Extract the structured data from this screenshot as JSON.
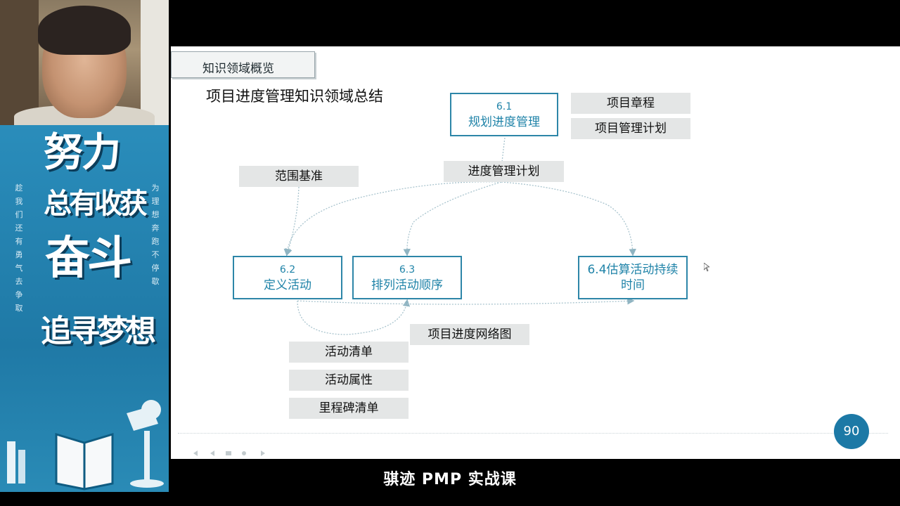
{
  "poster": {
    "line1": "努力",
    "line2": "总有收获",
    "line3": "奋斗",
    "line4": "追寻梦想",
    "vert_left": "趁我们还有勇气去争取",
    "vert_right": "为理想奔跑不停歇"
  },
  "slide": {
    "tab_label": "知识领域概览",
    "title": "项目进度管理知识领域总结",
    "processes": {
      "p61": {
        "num": "6.1",
        "name": "规划进度管理"
      },
      "p62": {
        "num": "6.2",
        "name": "定义活动"
      },
      "p63": {
        "num": "6.3",
        "name": "排列活动顺序"
      },
      "p64": {
        "line1": "6.4估算活动持续",
        "line2": "时间"
      }
    },
    "tags": {
      "charter": "项目章程",
      "pm_plan": "项目管理计划",
      "schedule_plan": "进度管理计划",
      "scope_baseline": "范围基准",
      "network": "项目进度网络图",
      "activity_list": "活动清单",
      "activity_attr": "活动属性",
      "milestone_list": "里程碑清单"
    },
    "page_number": "90"
  },
  "subtitle": "骐迹 PMP 实战课",
  "colors": {
    "accent": "#2d86a8",
    "poster_blue": "#2a8dbb",
    "badge": "#1c79a6",
    "tag_bg": "#e4e6e6"
  }
}
